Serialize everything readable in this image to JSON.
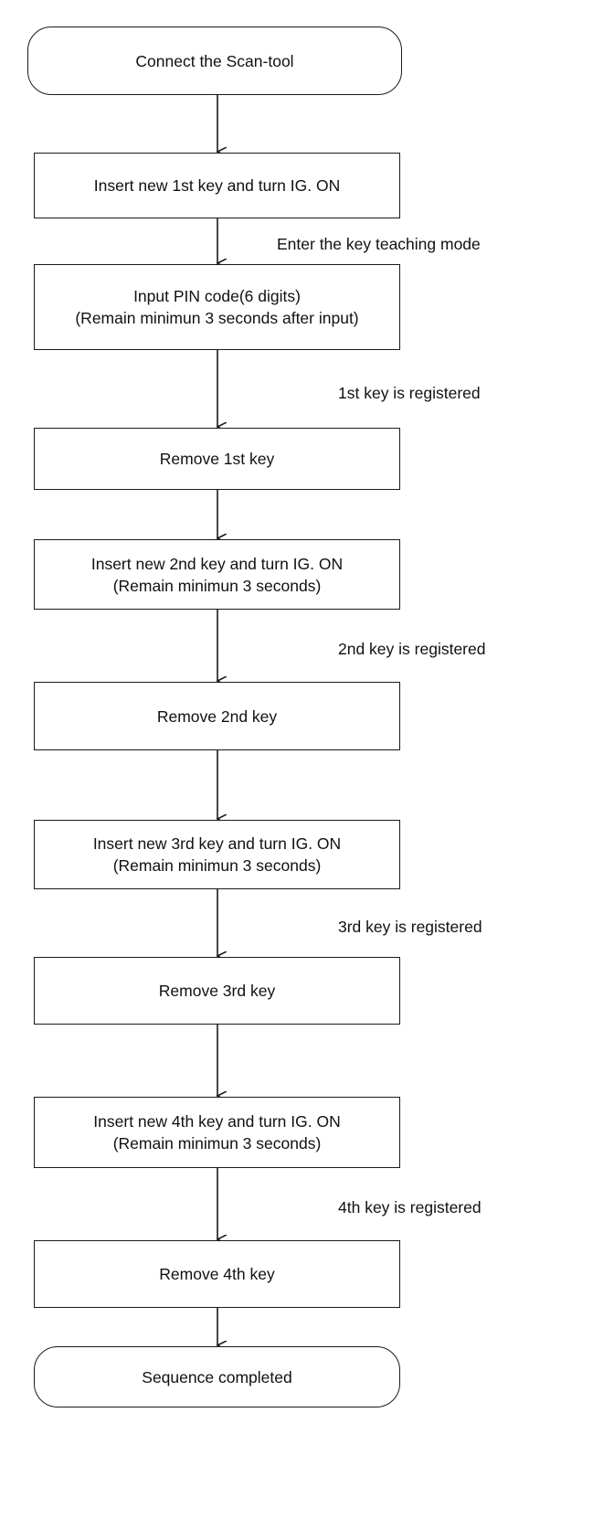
{
  "flowchart": {
    "nodes": [
      {
        "kind": "terminal",
        "lines": [
          "Connect the Scan-tool"
        ]
      },
      {
        "kind": "process",
        "lines": [
          "Insert new 1st key and turn IG. ON"
        ]
      },
      {
        "kind": "process",
        "lines": [
          "Input PIN code(6 digits)",
          "(Remain minimun 3 seconds after input)"
        ]
      },
      {
        "kind": "process",
        "lines": [
          "Remove 1st key"
        ]
      },
      {
        "kind": "process",
        "lines": [
          "Insert new 2nd key and turn IG. ON",
          "(Remain minimun 3 seconds)"
        ]
      },
      {
        "kind": "process",
        "lines": [
          "Remove 2nd key"
        ]
      },
      {
        "kind": "process",
        "lines": [
          "Insert new 3rd key and turn IG. ON",
          "(Remain minimun 3 seconds)"
        ]
      },
      {
        "kind": "process",
        "lines": [
          "Remove 3rd key"
        ]
      },
      {
        "kind": "process",
        "lines": [
          "Insert new 4th key and turn IG. ON",
          "(Remain minimun 3 seconds)"
        ]
      },
      {
        "kind": "process",
        "lines": [
          "Remove 4th key"
        ]
      },
      {
        "kind": "terminal",
        "lines": [
          "Sequence completed"
        ]
      }
    ],
    "connector_notes": [
      {
        "after_node": 1,
        "text": "Enter the key teaching mode"
      },
      {
        "after_node": 2,
        "text": "1st key is registered"
      },
      {
        "after_node": 4,
        "text": "2nd key is registered"
      },
      {
        "after_node": 6,
        "text": "3rd key is registered"
      },
      {
        "after_node": 8,
        "text": "4th key is registered"
      }
    ]
  }
}
